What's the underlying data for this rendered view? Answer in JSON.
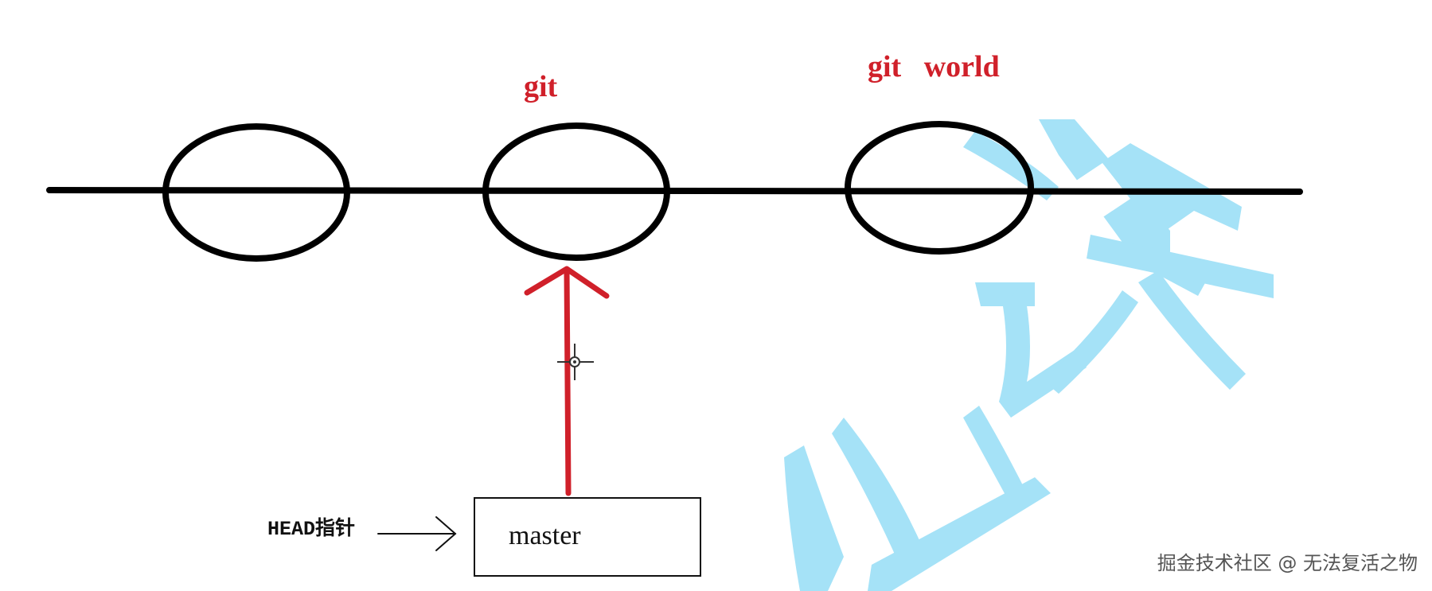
{
  "diagram": {
    "commits": [
      {
        "id": "c1",
        "label": ""
      },
      {
        "id": "c2",
        "label": "git"
      },
      {
        "id": "c3",
        "label": "git   world"
      }
    ],
    "branch": {
      "label": "master"
    },
    "head_pointer": {
      "label": "HEAD指针"
    }
  },
  "colors": {
    "line": "#000000",
    "arrow": "#d0202a",
    "label": "#d0202a",
    "watermark_bg": "#a5e2f7"
  },
  "watermark": {
    "text": "掘金技术社区 @ 无法复活之物"
  }
}
